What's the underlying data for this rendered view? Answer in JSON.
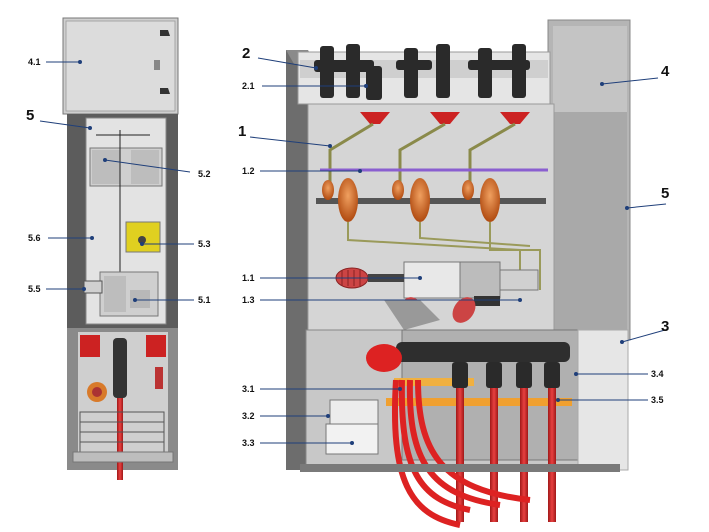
{
  "labels": {
    "l_4_1": "4.1",
    "l_5_left": "5",
    "l_5_2": "5.2",
    "l_5_6": "5.6",
    "l_5_3": "5.3",
    "l_5_5": "5.5",
    "l_5_1": "5.1",
    "l_2": "2",
    "l_2_1": "2.1",
    "l_4": "4",
    "l_1": "1",
    "l_1_2": "1.2",
    "l_5_right": "5",
    "l_1_1": "1.1",
    "l_1_3": "1.3",
    "l_3": "3",
    "l_3_1": "3.1",
    "l_3_4": "3.4",
    "l_3_5": "3.5",
    "l_3_2": "3.2",
    "l_3_3": "3.3"
  },
  "colors": {
    "housing_grey": "#b9b9b9",
    "panel_light": "#d7d7d7",
    "frame_dark": "#4a4a4a",
    "cable_red": "#d42a2a",
    "bushing_orange": "#d4742a",
    "earthing_yellow": "#e0d020",
    "busbar_purple": "#8a5fd0",
    "copper_orange": "#f0a030",
    "leader_blue": "#1f3f7a"
  },
  "icons": [
    "insulator-icon",
    "cable-plug-icon",
    "door-handle-icon",
    "mimic-panel-icon"
  ]
}
